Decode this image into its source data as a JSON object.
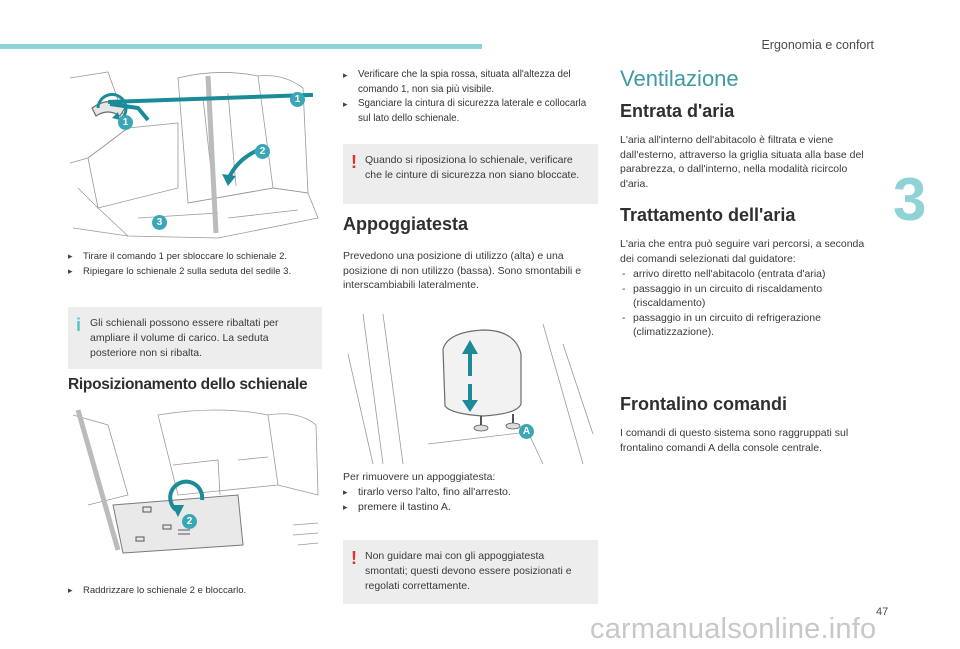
{
  "header": {
    "title": "Ergonomia e confort",
    "chapter": "3",
    "page_number": "47"
  },
  "watermark": "carmanualsonline.info",
  "figures": {
    "seat_fold": {
      "callouts": [
        "1",
        "1",
        "2",
        "3"
      ]
    },
    "seat_reposition": {
      "callouts": [
        "2"
      ]
    },
    "headrest": {
      "callouts": [
        "A"
      ]
    }
  },
  "col1": {
    "fold_steps": [
      "Tirare il comando 1 per sbloccare lo schienale 2.",
      "Ripiegare lo schienale 2 sulla seduta del sedile 3."
    ],
    "info_note": "Gli schienali possono essere ribaltati per ampliare il volume di carico. La seduta posteriore non si ribalta.",
    "reposition_title": "Riposizionamento dello schienale",
    "reposition_step": "Raddrizzare lo schienale 2 e bloccarlo."
  },
  "col2": {
    "checks": [
      "Verificare che la spia rossa, situata all'altezza del comando 1, non sia più visibile.",
      "Sganciare la cintura di sicurezza laterale e collocarla sul lato dello schienale."
    ],
    "warning1": "Quando si riposiziona lo schienale, verificare che le cinture di sicurezza non siano bloccate.",
    "headrest_title": "Appoggiatesta",
    "headrest_para": "Prevedono una posizione di utilizzo (alta) e una posizione di non utilizzo (bassa). Sono smontabili e interscambiabili lateralmente.",
    "remove_intro": "Per rimuovere un appoggiatesta:",
    "remove_steps": [
      "tirarlo verso l'alto, fino all'arresto.",
      "premere il tastino A."
    ],
    "warning2": "Non guidare mai con gli appoggiatesta smontati; questi devono essere posizionati e regolati correttamente."
  },
  "col3": {
    "section_title": "Ventilazione",
    "air_intake_title": "Entrata d'aria",
    "air_intake_text": "L'aria all'interno dell'abitacolo è filtrata e viene dall'esterno, attraverso la griglia situata alla base del parabrezza, o dall'interno, nella modalità ricircolo d'aria.",
    "air_treatment_title": "Trattamento dell'aria",
    "air_treatment_intro": "L'aria che entra può seguire vari percorsi, a seconda dei comandi selezionati dal guidatore:",
    "air_paths": [
      "arrivo diretto nell'abitacolo (entrata d'aria)",
      "passaggio in un circuito di riscaldamento (riscaldamento)",
      "passaggio in un circuito di refrigerazione (climatizzazione)."
    ],
    "panel_title": "Frontalino comandi",
    "panel_text": "I comandi di questo sistema sono raggruppati sul frontalino comandi A della console centrale."
  },
  "colors": {
    "accent": "#8fd3d6",
    "heading_teal": "#3f9aa4",
    "callout": "#39a7b5",
    "warning": "#e0332f",
    "note_bg": "#ededed"
  }
}
